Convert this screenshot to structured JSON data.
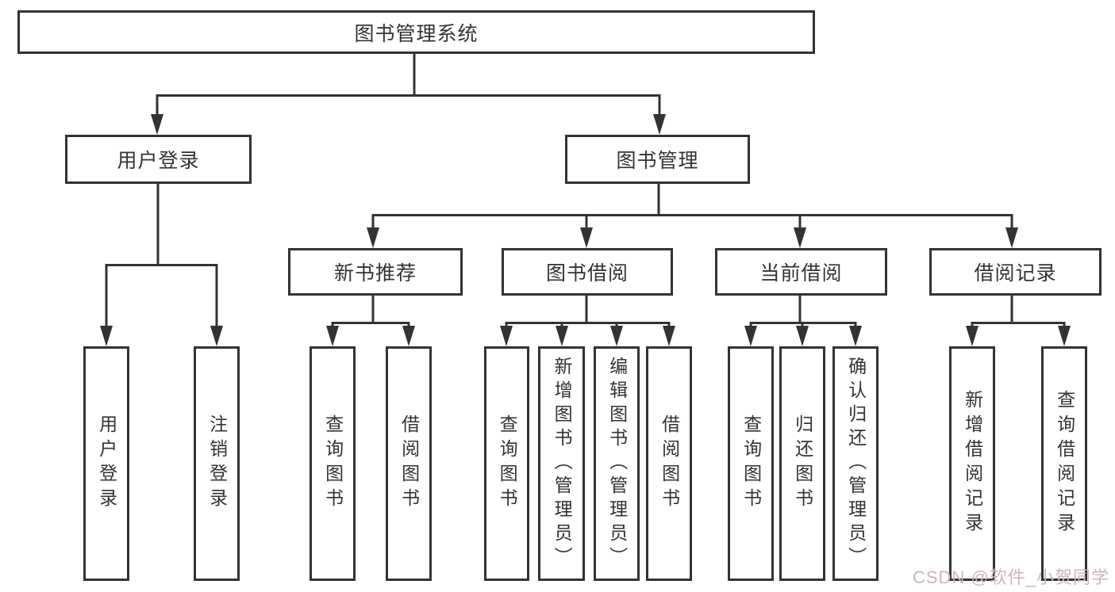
{
  "colors": {
    "line": "#333333",
    "box_background": "#ffffff",
    "text": "#333333",
    "watermark": "#ccb5b5"
  },
  "tree": {
    "root": "图书管理系统",
    "branches": [
      {
        "label": "用户登录",
        "children": [
          "用户登录",
          "注销登录"
        ]
      },
      {
        "label": "图书管理",
        "children": [
          {
            "label": "新书推荐",
            "children": [
              "查询图书",
              "借阅图书"
            ]
          },
          {
            "label": "图书借阅",
            "children": [
              "查询图书",
              "新增图书（管理员）",
              "编辑图书（管理员）",
              "借阅图书"
            ]
          },
          {
            "label": "当前借阅",
            "children": [
              "查询图书",
              "归还图书",
              "确认归还（管理员）"
            ]
          },
          {
            "label": "借阅记录",
            "children": [
              "新增借阅记录",
              "查询借阅记录"
            ]
          }
        ]
      }
    ]
  },
  "watermark": "CSDN @软件_小贺同学"
}
